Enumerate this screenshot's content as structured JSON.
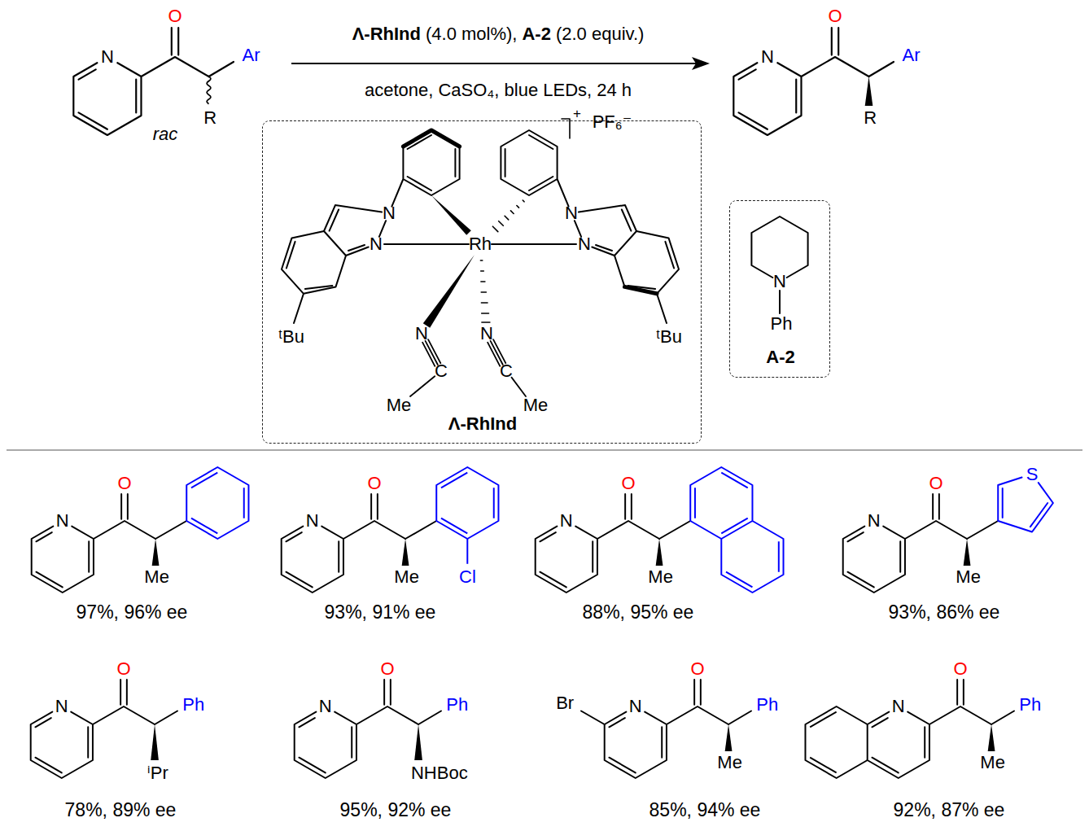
{
  "diagram": {
    "nodes": [
      {
        "text": [
          "Λ-RhInd"
        ]
      },
      {
        "text": [
          "A-2"
        ]
      }
    ],
    "labels": [
      "N",
      "O",
      "Ar",
      "R",
      "rac",
      "Λ-RhInd",
      "(4.0 mol%),",
      "A-2",
      "(2.0 equiv.)",
      "acetone, CaSO₄, blue LEDs, 24 h",
      "N",
      "O",
      "Ar",
      "R",
      "+",
      "PF₆⁻",
      "N",
      "N",
      "Rh",
      "N",
      "N",
      "ᵗBu",
      "ᵗBu",
      "N",
      "C",
      "Me",
      "N",
      "C",
      "Me",
      "N",
      "Ph",
      "N",
      "O",
      "Me",
      "97%, 96% ee",
      "N",
      "O",
      "Me",
      "Cl",
      "93%, 91% ee",
      "N",
      "O",
      "Me",
      "88%, 95% ee",
      "N",
      "O",
      "S",
      "Me",
      "93%, 86% ee",
      "N",
      "O",
      "Ph",
      "ⁱPr",
      "78%, 89% ee",
      "N",
      "O",
      "Ph",
      "NHBoc",
      "95%, 92% ee",
      "Br",
      "N",
      "O",
      "Ph",
      "Me",
      "85%, 94% ee",
      "N",
      "O",
      "Ph",
      "Me",
      "92%, 87% ee"
    ]
  }
}
